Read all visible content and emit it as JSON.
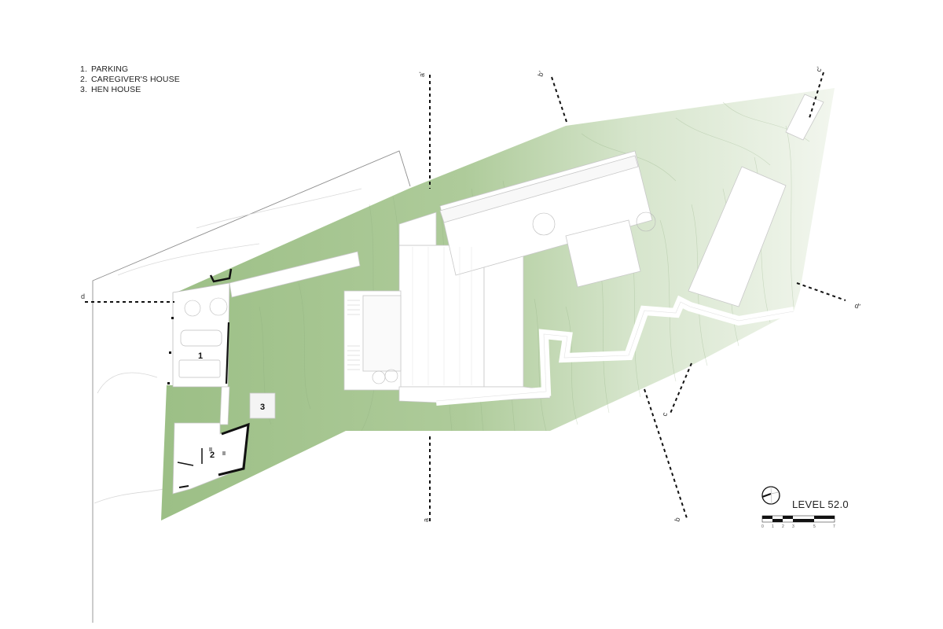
{
  "legend": {
    "items": [
      {
        "num": "1.",
        "label": "PARKING"
      },
      {
        "num": "2.",
        "label": "CAREGIVER'S HOUSE"
      },
      {
        "num": "3.",
        "label": "HEN HOUSE"
      }
    ]
  },
  "plan_labels": {
    "parking": "1",
    "caregivers_house": "2",
    "hen_house": "3"
  },
  "section_markers": {
    "a_top": "a'",
    "a_bottom": "a",
    "b_top": "b'",
    "b_bottom": "b",
    "c_top": "c'",
    "c_bottom": "c",
    "d_left": "d",
    "d_right": "d'"
  },
  "level": {
    "label": "LEVEL 52.0"
  },
  "scale_bar": {
    "ticks": [
      "0",
      "1",
      "2",
      "3",
      "5",
      "7"
    ]
  },
  "colors": {
    "grass_dark": "#9cbf86",
    "grass_light": "#e6efe0",
    "lines": "#9a9a9a",
    "walls": "#111111"
  }
}
